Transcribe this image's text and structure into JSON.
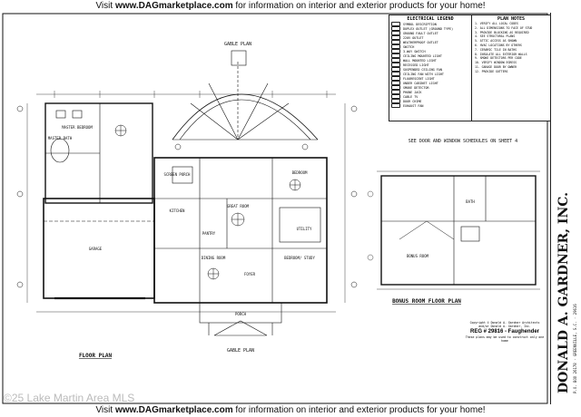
{
  "banner": {
    "prefix": "Visit ",
    "site": "www.DAGmarketplace.com",
    "suffix": " for information on interior and exterior products for your home!"
  },
  "plans": {
    "floor_plan": "FLOOR PLAN",
    "gable_plan_top": "GABLE PLAN",
    "gable_plan_bottom": "GABLE PLAN",
    "bonus_plan": "BONUS ROOM FLOOR PLAN",
    "schedule_note": "SEE DOOR AND WINDOW SCHEDULES ON SHEET 4"
  },
  "rooms": {
    "master_bedroom": "MASTER BEDROOM",
    "master_bath": "MASTER BATH",
    "garage": "GARAGE",
    "great_room": "GREAT ROOM",
    "kitchen": "KITCHEN",
    "dining_room": "DINING ROOM",
    "bedroom_study": "BEDROOM/ STUDY",
    "bedroom": "BEDROOM",
    "foyer": "FOYER",
    "porch": "PORCH",
    "screen_porch": "SCREEN PORCH",
    "bonus_room": "BONUS ROOM",
    "bath": "BATH",
    "utility": "UTILITY",
    "pantry": "PANTRY"
  },
  "legend": {
    "title": "ELECTRICAL LEGEND",
    "items": [
      "SYMBOL DESCRIPTION",
      "DUPLEX OUTLET (GROUND TYPE)",
      "GROUND FAULT OUTLET",
      "220V OUTLET",
      "WEATHERPROOF OUTLET",
      "SWITCH",
      "3-WAY SWITCH",
      "CEILING MOUNTED LIGHT",
      "WALL MOUNTED LIGHT",
      "RECESSED LIGHT",
      "SUSPENDED CEILING FAN",
      "CEILING FAN WITH LIGHT",
      "FLUORESCENT LIGHT",
      "UNDER CABINET LIGHT",
      "SMOKE DETECTOR",
      "PHONE JACK",
      "CABLE TV",
      "DOOR CHIME",
      "EXHAUST FAN"
    ]
  },
  "notes": {
    "title": "PLAN NOTES",
    "items": [
      "1. VERIFY ALL LOCAL CODES",
      "2. ALL DIMENSIONS TO FACE OF STUD",
      "3. PROVIDE BLOCKING AS REQUIRED",
      "4. SEE STRUCTURAL PLANS",
      "5. ATTIC ACCESS AS SHOWN",
      "6. HVAC LOCATIONS BY OTHERS",
      "7. CERAMIC TILE IN BATHS",
      "8. INSULATE ALL EXTERIOR WALLS",
      "9. SMOKE DETECTORS PER CODE",
      "10. VERIFY WINDOW EGRESS",
      "11. GARAGE DOOR BY OWNER",
      "12. PROVIDE GUTTERS"
    ]
  },
  "copyright": {
    "line1": "Copyright © Donald A. Gardner Architects",
    "line2": "and/or Donald A. Gardner, Inc.",
    "reg": "REG # 29816 - Faughender",
    "body": "These plans may be used to construct only one home"
  },
  "titleblock": {
    "name": "DONALD A. GARDNER, INC.",
    "sub": "P.O. BOX 26178 · GREENVILLE, S.C. · 29616"
  },
  "watermark": "©25 Lake Martin Area MLS"
}
